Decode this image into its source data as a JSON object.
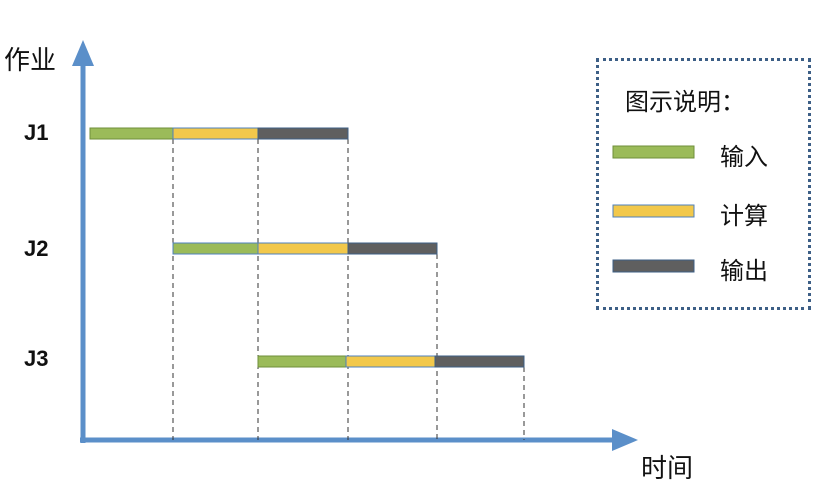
{
  "diagram": {
    "y_axis_label": "作业",
    "x_axis_label": "时间",
    "jobs": [
      "J1",
      "J2",
      "J3"
    ],
    "legend": {
      "title": "图示说明：",
      "items": [
        {
          "label": "输入",
          "color": "#9bbb59"
        },
        {
          "label": "计算",
          "color": "#f2c84b"
        },
        {
          "label": "输出",
          "color": "#5f5f5f"
        }
      ]
    },
    "axis_color": "#5b8fc9",
    "phase_sequence": [
      "输入",
      "计算",
      "输出"
    ]
  }
}
